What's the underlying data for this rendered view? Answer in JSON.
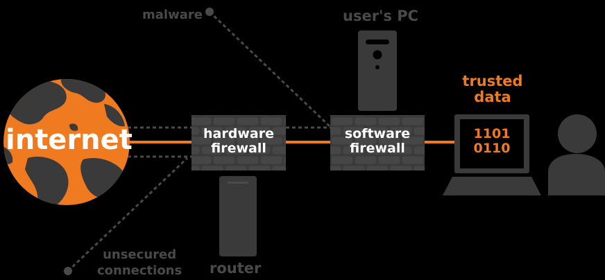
{
  "labels": {
    "internet": "internet",
    "hardware_firewall_line1": "hardware",
    "hardware_firewall_line2": "firewall",
    "software_firewall_line1": "software",
    "software_firewall_line2": "firewall",
    "router": "router",
    "users_pc": "user's PC",
    "malware": "malware",
    "unsecured_line1": "unsecured",
    "unsecured_line2": "connections",
    "trusted_line1": "trusted",
    "trusted_line2": "data",
    "binary_line1": "1101",
    "binary_line2": "0110"
  },
  "colors": {
    "background": "#000000",
    "orange": "#f07a20",
    "dark_gray": "#3a3a3a",
    "mid_gray": "#4a4a4a",
    "text_white": "#ffffff"
  },
  "icons": {
    "globe": "globe-icon",
    "brick_wall": "brick-wall-icon",
    "pc_tower": "pc-tower-icon",
    "router": "router-icon",
    "monitor": "monitor-icon",
    "user": "user-silhouette-icon"
  }
}
